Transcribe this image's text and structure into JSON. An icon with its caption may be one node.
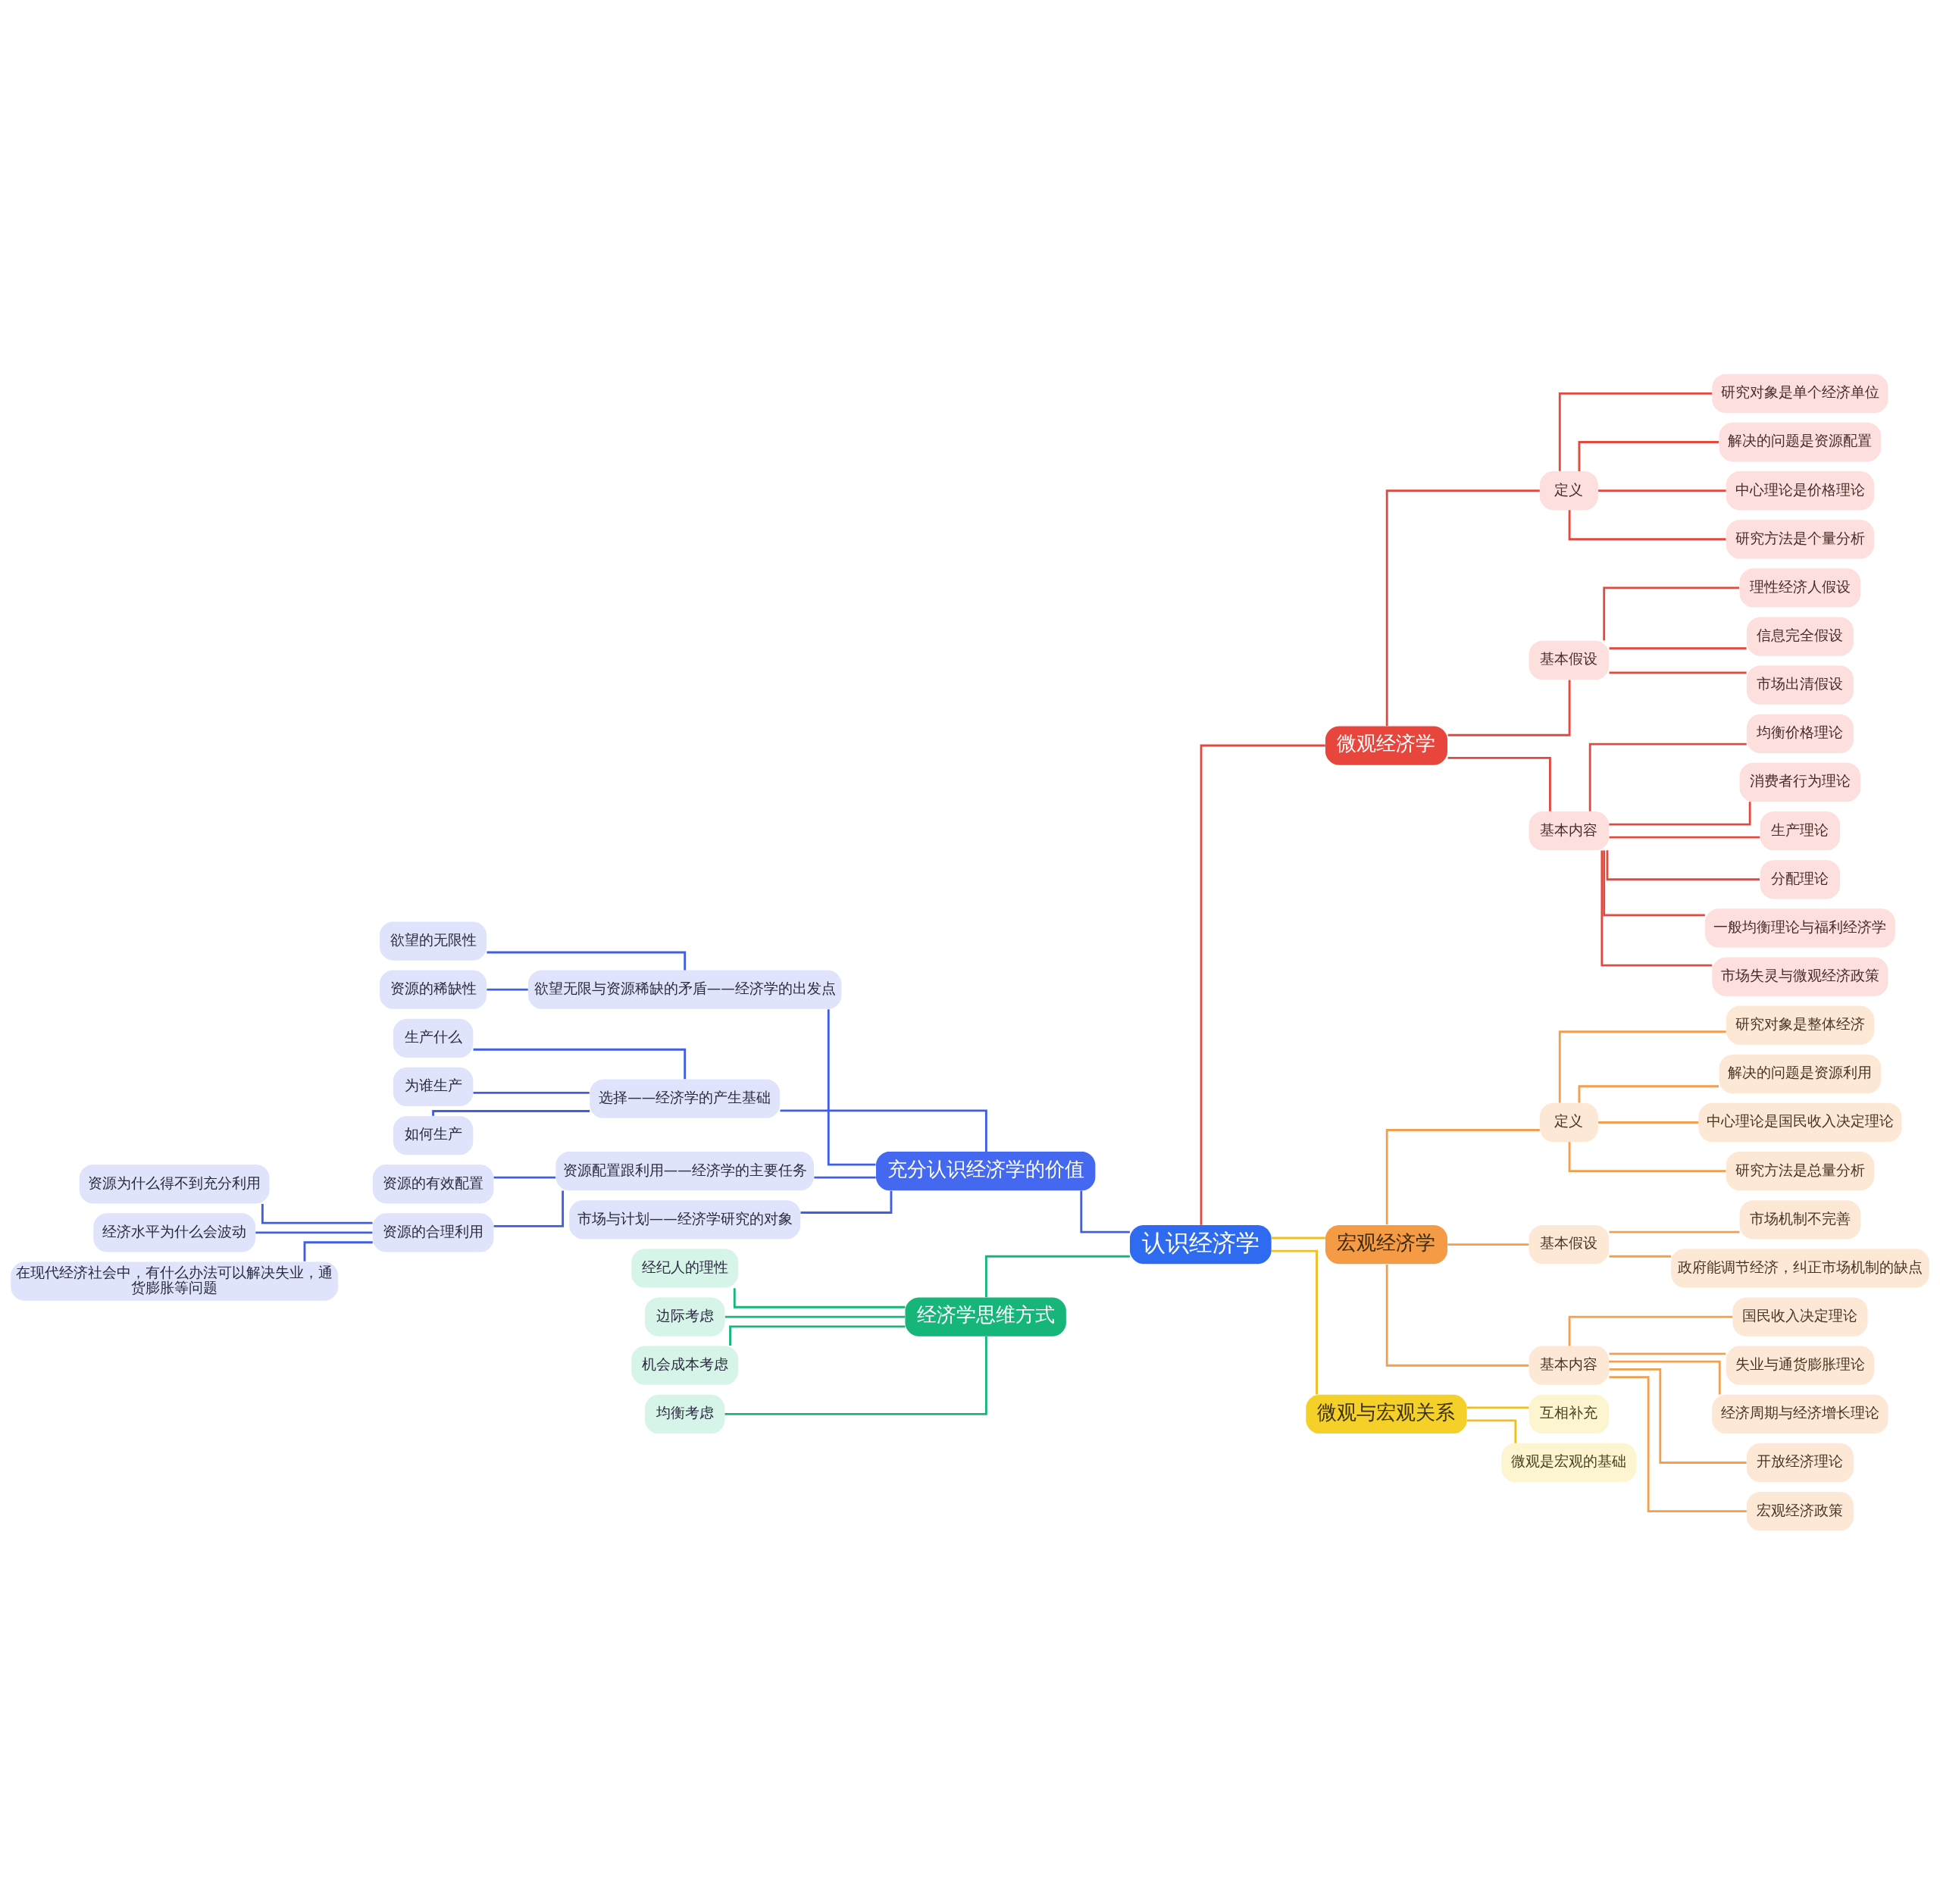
{
  "diagram": {
    "nodes": [
      {
        "text": [
          "认识经济学"
        ]
      },
      {
        "text": [
          "充分认识经济学的价值"
        ]
      },
      {
        "text": [
          "欲望无限与资源稀缺的矛盾——经济学的出发点"
        ]
      },
      {
        "text": [
          "欲望的无限性"
        ]
      },
      {
        "text": [
          "资源的稀缺性"
        ]
      },
      {
        "text": [
          "选择——经济学的产生基础"
        ]
      },
      {
        "text": [
          "生产什么"
        ]
      },
      {
        "text": [
          "为谁生产"
        ]
      },
      {
        "text": [
          "如何生产"
        ]
      },
      {
        "text": [
          "资源配置跟利用——经济学的主要任务"
        ]
      },
      {
        "text": [
          "资源的有效配置"
        ]
      },
      {
        "text": [
          "资源的合理利用"
        ]
      },
      {
        "text": [
          "资源为什么得不到充分利用"
        ]
      },
      {
        "text": [
          "经济水平为什么会波动"
        ]
      },
      {
        "text": [
          "在现代经济社会中，有什么办法可以解决失业，通货膨胀等问题"
        ]
      },
      {
        "text": [
          "市场与计划——经济学研究的对象"
        ]
      },
      {
        "text": [
          "经济学思维方式"
        ]
      },
      {
        "text": [
          "经纪人的理性"
        ]
      },
      {
        "text": [
          "边际考虑"
        ]
      },
      {
        "text": [
          "机会成本考虑"
        ]
      },
      {
        "text": [
          "均衡考虑"
        ]
      },
      {
        "text": [
          "微观经济学"
        ]
      },
      {
        "text": [
          "定义"
        ]
      },
      {
        "text": [
          "研究对象是单个经济单位"
        ]
      },
      {
        "text": [
          "解决的问题是资源配置"
        ]
      },
      {
        "text": [
          "中心理论是价格理论"
        ]
      },
      {
        "text": [
          "研究方法是个量分析"
        ]
      },
      {
        "text": [
          "基本假设"
        ]
      },
      {
        "text": [
          "理性经济人假设"
        ]
      },
      {
        "text": [
          "信息完全假设"
        ]
      },
      {
        "text": [
          "市场出清假设"
        ]
      },
      {
        "text": [
          "基本内容"
        ]
      },
      {
        "text": [
          "均衡价格理论"
        ]
      },
      {
        "text": [
          "消费者行为理论"
        ]
      },
      {
        "text": [
          "生产理论"
        ]
      },
      {
        "text": [
          "分配理论"
        ]
      },
      {
        "text": [
          "一般均衡理论与福利经济学"
        ]
      },
      {
        "text": [
          "市场失灵与微观经济政策"
        ]
      },
      {
        "text": [
          "宏观经济学"
        ]
      },
      {
        "text": [
          "定义"
        ]
      },
      {
        "text": [
          "研究对象是整体经济"
        ]
      },
      {
        "text": [
          "解决的问题是资源利用"
        ]
      },
      {
        "text": [
          "中心理论是国民收入决定理论"
        ]
      },
      {
        "text": [
          "研究方法是总量分析"
        ]
      },
      {
        "text": [
          "基本假设"
        ]
      },
      {
        "text": [
          "市场机制不完善"
        ]
      },
      {
        "text": [
          "政府能调节经济，纠正市场机制的缺点"
        ]
      },
      {
        "text": [
          "基本内容"
        ]
      },
      {
        "text": [
          "国民收入决定理论"
        ]
      },
      {
        "text": [
          "失业与通货膨胀理论"
        ]
      },
      {
        "text": [
          "经济周期与经济增长理论"
        ]
      },
      {
        "text": [
          "开放经济理论"
        ]
      },
      {
        "text": [
          "宏观经济政策"
        ]
      },
      {
        "text": [
          "微观与宏观关系"
        ]
      },
      {
        "text": [
          "互相补充"
        ]
      },
      {
        "text": [
          "微观是宏观的基础"
        ]
      }
    ],
    "edges": [
      {
        "from": 1,
        "to": 0,
        "arrow": "none",
        "color": "#3f5fe0"
      },
      {
        "from": 2,
        "to": 1,
        "arrow": "none",
        "color": "#3f5fe0"
      },
      {
        "from": 3,
        "to": 2,
        "arrow": "none",
        "color": "#3f5fe0"
      },
      {
        "from": 4,
        "to": 2,
        "arrow": "none",
        "color": "#3f5fe0"
      },
      {
        "from": 5,
        "to": 1,
        "arrow": "none",
        "color": "#3f5fe0"
      },
      {
        "from": 6,
        "to": 5,
        "arrow": "none",
        "color": "#3f5fe0"
      },
      {
        "from": 7,
        "to": 5,
        "arrow": "none",
        "color": "#3f5fe0"
      },
      {
        "from": 8,
        "to": 5,
        "arrow": "none",
        "color": "#3f5fe0"
      },
      {
        "from": 9,
        "to": 1,
        "arrow": "none",
        "color": "#3f5fe0"
      },
      {
        "from": 10,
        "to": 9,
        "arrow": "none",
        "color": "#3f5fe0"
      },
      {
        "from": 11,
        "to": 9,
        "arrow": "none",
        "color": "#3f5fe0"
      },
      {
        "from": 12,
        "to": 11,
        "arrow": "none",
        "color": "#3f5fe0"
      },
      {
        "from": 13,
        "to": 11,
        "arrow": "none",
        "color": "#3f5fe0"
      },
      {
        "from": 14,
        "to": 11,
        "arrow": "none",
        "color": "#3f5fe0"
      },
      {
        "from": 15,
        "to": 1,
        "arrow": "none",
        "color": "#3f5fe0"
      },
      {
        "from": 16,
        "to": 0,
        "arrow": "none",
        "color": "#16b67a"
      },
      {
        "from": 17,
        "to": 16,
        "arrow": "none",
        "color": "#16b67a"
      },
      {
        "from": 18,
        "to": 16,
        "arrow": "none",
        "color": "#16b67a"
      },
      {
        "from": 19,
        "to": 16,
        "arrow": "none",
        "color": "#16b67a"
      },
      {
        "from": 20,
        "to": 16,
        "arrow": "none",
        "color": "#16b67a"
      },
      {
        "from": 0,
        "to": 21,
        "arrow": "none",
        "color": "#e04a3f"
      },
      {
        "from": 21,
        "to": 22,
        "arrow": "none",
        "color": "#e04a3f"
      },
      {
        "from": 22,
        "to": 23,
        "arrow": "none",
        "color": "#e04a3f"
      },
      {
        "from": 22,
        "to": 24,
        "arrow": "none",
        "color": "#e04a3f"
      },
      {
        "from": 22,
        "to": 25,
        "arrow": "none",
        "color": "#e04a3f"
      },
      {
        "from": 22,
        "to": 26,
        "arrow": "none",
        "color": "#e04a3f"
      },
      {
        "from": 21,
        "to": 27,
        "arrow": "none",
        "color": "#e04a3f"
      },
      {
        "from": 27,
        "to": 28,
        "arrow": "none",
        "color": "#e04a3f"
      },
      {
        "from": 27,
        "to": 29,
        "arrow": "none",
        "color": "#e04a3f"
      },
      {
        "from": 27,
        "to": 30,
        "arrow": "none",
        "color": "#e04a3f"
      },
      {
        "from": 21,
        "to": 31,
        "arrow": "none",
        "color": "#e04a3f"
      },
      {
        "from": 31,
        "to": 32,
        "arrow": "none",
        "color": "#e04a3f"
      },
      {
        "from": 31,
        "to": 33,
        "arrow": "none",
        "color": "#e04a3f"
      },
      {
        "from": 31,
        "to": 34,
        "arrow": "none",
        "color": "#e04a3f"
      },
      {
        "from": 31,
        "to": 35,
        "arrow": "none",
        "color": "#e04a3f"
      },
      {
        "from": 31,
        "to": 36,
        "arrow": "none",
        "color": "#e04a3f"
      },
      {
        "from": 31,
        "to": 37,
        "arrow": "none",
        "color": "#e04a3f"
      },
      {
        "from": 0,
        "to": 38,
        "arrow": "none",
        "color": "#f0c020"
      },
      {
        "from": 38,
        "to": 39,
        "arrow": "none",
        "color": "#f0a050"
      },
      {
        "from": 39,
        "to": 40,
        "arrow": "none",
        "color": "#f0a050"
      },
      {
        "from": 39,
        "to": 41,
        "arrow": "none",
        "color": "#f0a050"
      },
      {
        "from": 39,
        "to": 42,
        "arrow": "none",
        "color": "#f0a050"
      },
      {
        "from": 39,
        "to": 43,
        "arrow": "none",
        "color": "#f0a050"
      },
      {
        "from": 38,
        "to": 44,
        "arrow": "none",
        "color": "#f0a050"
      },
      {
        "from": 44,
        "to": 45,
        "arrow": "none",
        "color": "#f0a050"
      },
      {
        "from": 44,
        "to": 46,
        "arrow": "none",
        "color": "#f0a050"
      },
      {
        "from": 38,
        "to": 47,
        "arrow": "none",
        "color": "#f0a050"
      },
      {
        "from": 47,
        "to": 48,
        "arrow": "none",
        "color": "#f0a050"
      },
      {
        "from": 47,
        "to": 49,
        "arrow": "none",
        "color": "#f0a050"
      },
      {
        "from": 47,
        "to": 50,
        "arrow": "none",
        "color": "#f0a050"
      },
      {
        "from": 47,
        "to": 51,
        "arrow": "none",
        "color": "#f0a050"
      },
      {
        "from": 47,
        "to": 52,
        "arrow": "none",
        "color": "#f0a050"
      },
      {
        "from": 0,
        "to": 53,
        "arrow": "none",
        "color": "#f0c020"
      },
      {
        "from": 53,
        "to": 54,
        "arrow": "none",
        "color": "#f0c020"
      },
      {
        "from": 53,
        "to": 55,
        "arrow": "none",
        "color": "#f0c020"
      }
    ]
  }
}
